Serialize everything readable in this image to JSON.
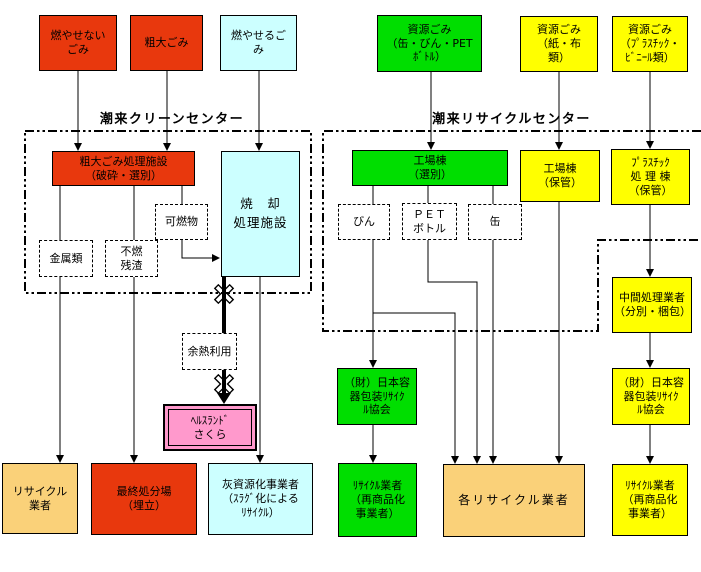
{
  "diagram": {
    "title_implied": "ごみ処理・リサイクルの流れ",
    "background": "#FFFFFF",
    "palette": {
      "red": "#E8380D",
      "cyan": "#CCFFFF",
      "green": "#00DE00",
      "yellow": "#FFFF00",
      "wheat": "#FAD179",
      "pink": "#FF99CC",
      "white": "#FFFFFF",
      "line": "#000000"
    },
    "sections": [
      {
        "id": "clean_center",
        "label": "潮来クリーンセンター"
      },
      {
        "id": "recycle_center",
        "label": "潮来リサイクルセンター"
      }
    ],
    "nodes": {
      "non_burnable": {
        "label": "燃やせない\nごみ",
        "color": "#E8380D"
      },
      "bulky": {
        "label": "粗大ごみ",
        "color": "#E8380D"
      },
      "burnable": {
        "label": "燃やせるご\nみ",
        "color": "#CCFFFF"
      },
      "resource_cans": {
        "label": "資源ごみ\n（缶・びん・PET\nﾎﾞﾄﾙ）",
        "color": "#00DE00"
      },
      "resource_paper": {
        "label": "資源ごみ\n（紙・布\n類）",
        "color": "#FFFF00"
      },
      "resource_plastic": {
        "label": "資源ごみ\n（ﾌﾟﾗｽﾁｯｸ・\nﾋﾞﾆｰﾙ類）",
        "color": "#FFFF00"
      },
      "bulky_facility": {
        "label": "粗大ごみ処理施設\n（破砕・選別）",
        "color": "#E8380D"
      },
      "incineration": {
        "label": "焼　却\n処理施設",
        "color": "#CCFFFF"
      },
      "factory_sorting": {
        "label": "工場棟\n（選別）",
        "color": "#00DE00"
      },
      "factory_storage": {
        "label": "工場棟\n（保管）",
        "color": "#FFFF00"
      },
      "plastic_building": {
        "label": "ﾌﾟﾗｽﾁｯｸ\n処 理 棟\n（保管）",
        "color": "#FFFF00"
      },
      "combustibles": {
        "label": "可燃物",
        "color": "#FFFFFF"
      },
      "metals": {
        "label": "金属類",
        "color": "#FFFFFF"
      },
      "residue": {
        "label": "不燃\n残渣",
        "color": "#FFFFFF"
      },
      "bottles": {
        "label": "びん",
        "color": "#FFFFFF"
      },
      "pet": {
        "label": "ＰＥＴ\nボトル",
        "color": "#FFFFFF"
      },
      "cans": {
        "label": "缶",
        "color": "#FFFFFF"
      },
      "heat_use": {
        "label": "余熱利用",
        "color": "#FFFFFF"
      },
      "intermediate": {
        "label": "中間処理業者\n（分別・梱包）",
        "color": "#FFFF00"
      },
      "health_land": {
        "label": "ﾍﾙｽﾗﾝﾄﾞ\nさくら",
        "color": "#FF99CC"
      },
      "assoc_green": {
        "label": "（財）日本容\n器包装ﾘｻｲｸ\nﾙ協会",
        "color": "#00DE00"
      },
      "assoc_yellow": {
        "label": "（財）日本容\n器包装ﾘｻｲｸ\nﾙ協会",
        "color": "#FFFF00"
      },
      "recycler_left": {
        "label": "リサイクル\n業者",
        "color": "#FAD179"
      },
      "landfill": {
        "label": "最終処分場\n（埋立）",
        "color": "#E8380D"
      },
      "ash_recycler": {
        "label": "灰資源化事業者\n（ｽﾗｸﾞ化による\nﾘｻｲｸﾙ）",
        "color": "#CCFFFF"
      },
      "recycler_green": {
        "label": "ﾘｻｲｸﾙ業者\n（再商品化\n事業者）",
        "color": "#00DE00"
      },
      "each_recycler": {
        "label": "各リサイクル業者",
        "color": "#FAD179"
      },
      "recycler_yellow": {
        "label": "ﾘｻｲｸﾙ業者\n（再商品化\n事業者）",
        "color": "#FFFF00"
      }
    },
    "edges": [
      {
        "from": "non_burnable",
        "to": "bulky_facility"
      },
      {
        "from": "bulky",
        "to": "bulky_facility"
      },
      {
        "from": "burnable",
        "to": "incineration"
      },
      {
        "from": "resource_cans",
        "to": "factory_sorting"
      },
      {
        "from": "resource_paper",
        "to": "factory_storage"
      },
      {
        "from": "resource_plastic",
        "to": "plastic_building"
      },
      {
        "from": "bulky_facility",
        "to": "metals"
      },
      {
        "from": "bulky_facility",
        "to": "residue"
      },
      {
        "from": "bulky_facility",
        "to": "combustibles"
      },
      {
        "from": "combustibles",
        "to": "incineration"
      },
      {
        "from": "metals",
        "to": "recycler_left"
      },
      {
        "from": "residue",
        "to": "landfill"
      },
      {
        "from": "incineration",
        "to": "heat_use"
      },
      {
        "from": "heat_use",
        "to": "health_land"
      },
      {
        "from": "incineration",
        "to": "ash_recycler"
      },
      {
        "from": "factory_sorting",
        "to": "bottles"
      },
      {
        "from": "factory_sorting",
        "to": "pet"
      },
      {
        "from": "factory_sorting",
        "to": "cans"
      },
      {
        "from": "bottles",
        "to": "assoc_green"
      },
      {
        "from": "bottles",
        "to": "each_recycler"
      },
      {
        "from": "pet",
        "to": "each_recycler"
      },
      {
        "from": "cans",
        "to": "each_recycler"
      },
      {
        "from": "factory_storage",
        "to": "each_recycler"
      },
      {
        "from": "assoc_green",
        "to": "recycler_green"
      },
      {
        "from": "plastic_building",
        "to": "intermediate"
      },
      {
        "from": "intermediate",
        "to": "assoc_yellow"
      },
      {
        "from": "assoc_yellow",
        "to": "recycler_yellow"
      }
    ]
  }
}
